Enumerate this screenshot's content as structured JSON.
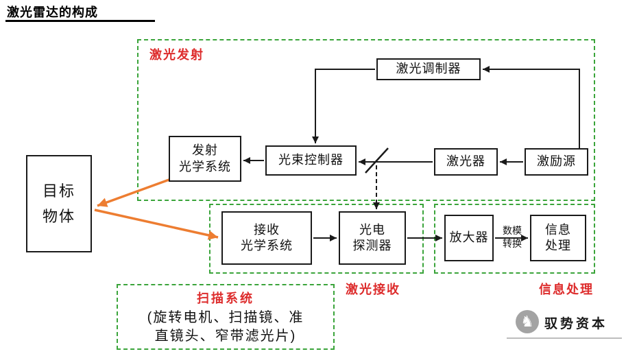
{
  "header": {
    "title": "激光雷达的构成"
  },
  "sections": {
    "emission_label": "激光发射",
    "reception_label": "激光接收",
    "processing_label": "信息处理",
    "scanning_label": "扫描系统",
    "scanning_detail_line1": "(旋转电机、扫描镜、准",
    "scanning_detail_line2": "直镜头、窄带滤光片)"
  },
  "nodes": {
    "laser_modulator": "激光调制器",
    "emit_optics_l1": "发射",
    "emit_optics_l2": "光学系统",
    "beam_controller": "光束控制器",
    "laser": "激光器",
    "excitation_source": "激励源",
    "target_l1": "目标",
    "target_l2": "物体",
    "recv_optics_l1": "接收",
    "recv_optics_l2": "光学系统",
    "photodetector_l1": "光电",
    "photodetector_l2": "探测器",
    "amplifier": "放大器",
    "adc_l1": "数模",
    "adc_l2": "转换",
    "info_proc_l1": "信息",
    "info_proc_l2": "处理"
  },
  "footer": {
    "brand_name": "驭势资本",
    "brand_icon": "♞"
  },
  "colors": {
    "section_green": "#3aa43a",
    "label_red": "#dd2c2c",
    "arrow_orange": "#ed7d31",
    "box_black": "#1a1a1a"
  }
}
